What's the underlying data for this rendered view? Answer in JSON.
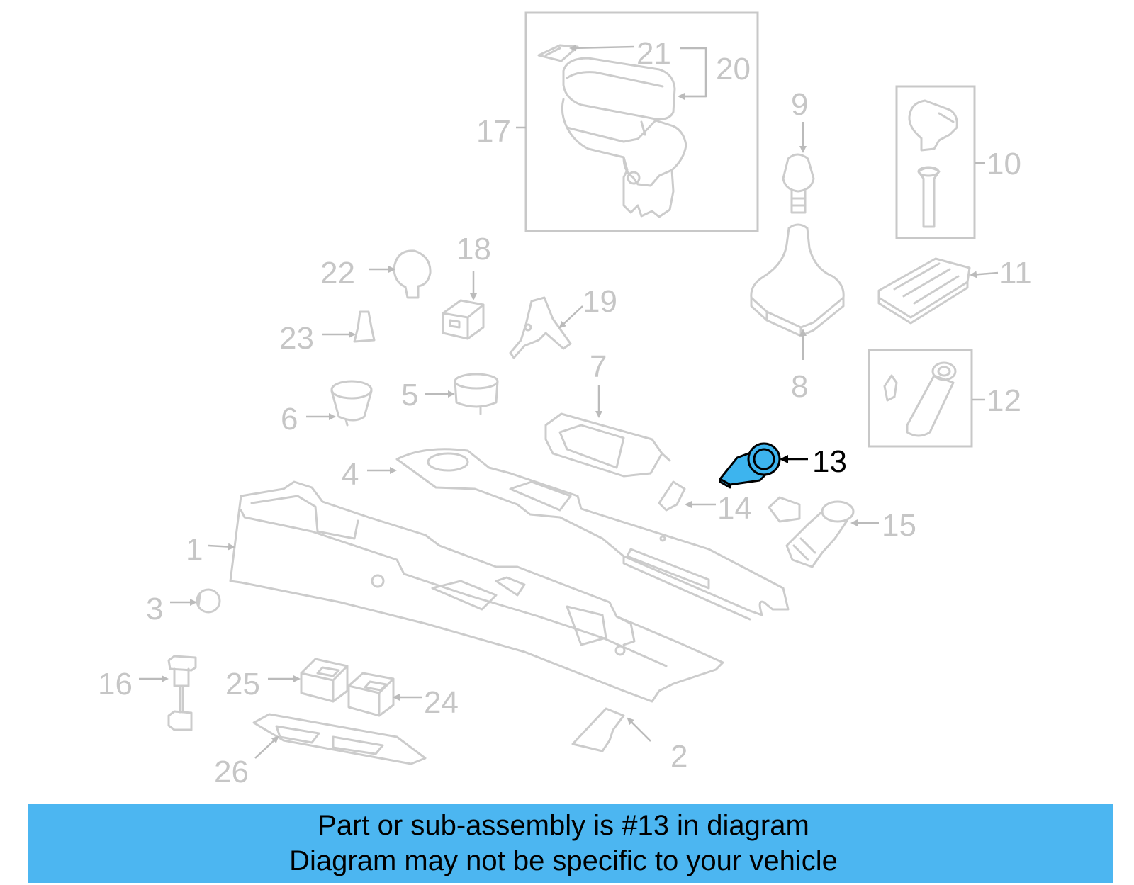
{
  "highlight_color": "#4cb6f1",
  "highlighted_part": "13",
  "callouts": {
    "c1": "1",
    "c2": "2",
    "c3": "3",
    "c4": "4",
    "c5": "5",
    "c6": "6",
    "c7": "7",
    "c8": "8",
    "c9": "9",
    "c10": "10",
    "c11": "11",
    "c12": "12",
    "c13": "13",
    "c14": "14",
    "c15": "15",
    "c16": "16",
    "c17": "17",
    "c18": "18",
    "c19": "19",
    "c20": "20",
    "c21": "21",
    "c22": "22",
    "c23": "23",
    "c24": "24",
    "c25": "25",
    "c26": "26"
  },
  "caption": {
    "line1": "Part or sub-assembly is #13 in diagram",
    "line2": "Diagram may not be specific to your vehicle"
  }
}
